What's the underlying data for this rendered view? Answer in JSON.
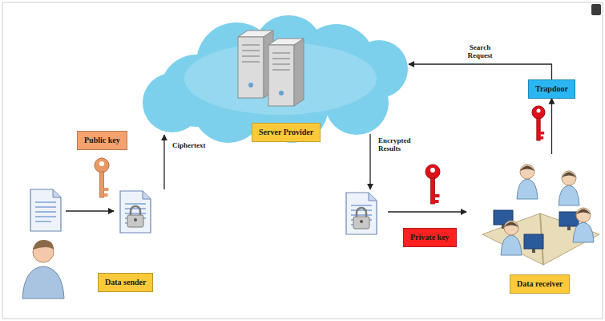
{
  "diagram": {
    "nodes": [
      {
        "text": [
          "Server Provider"
        ]
      },
      {
        "text": [
          "Trapdoor"
        ]
      },
      {
        "text": [
          "Public key"
        ]
      },
      {
        "text": [
          "Private key"
        ]
      },
      {
        "text": [
          "Data sender"
        ]
      },
      {
        "text": [
          "Data receiver"
        ]
      }
    ],
    "edges": [
      {
        "from": 5,
        "to": 1,
        "arrow": "to"
      },
      {
        "from": 1,
        "to": 0,
        "label": "Search Request",
        "arrow": "to"
      }
    ],
    "labels": [
      "Ciphertext",
      "Encrypted Results"
    ]
  }
}
